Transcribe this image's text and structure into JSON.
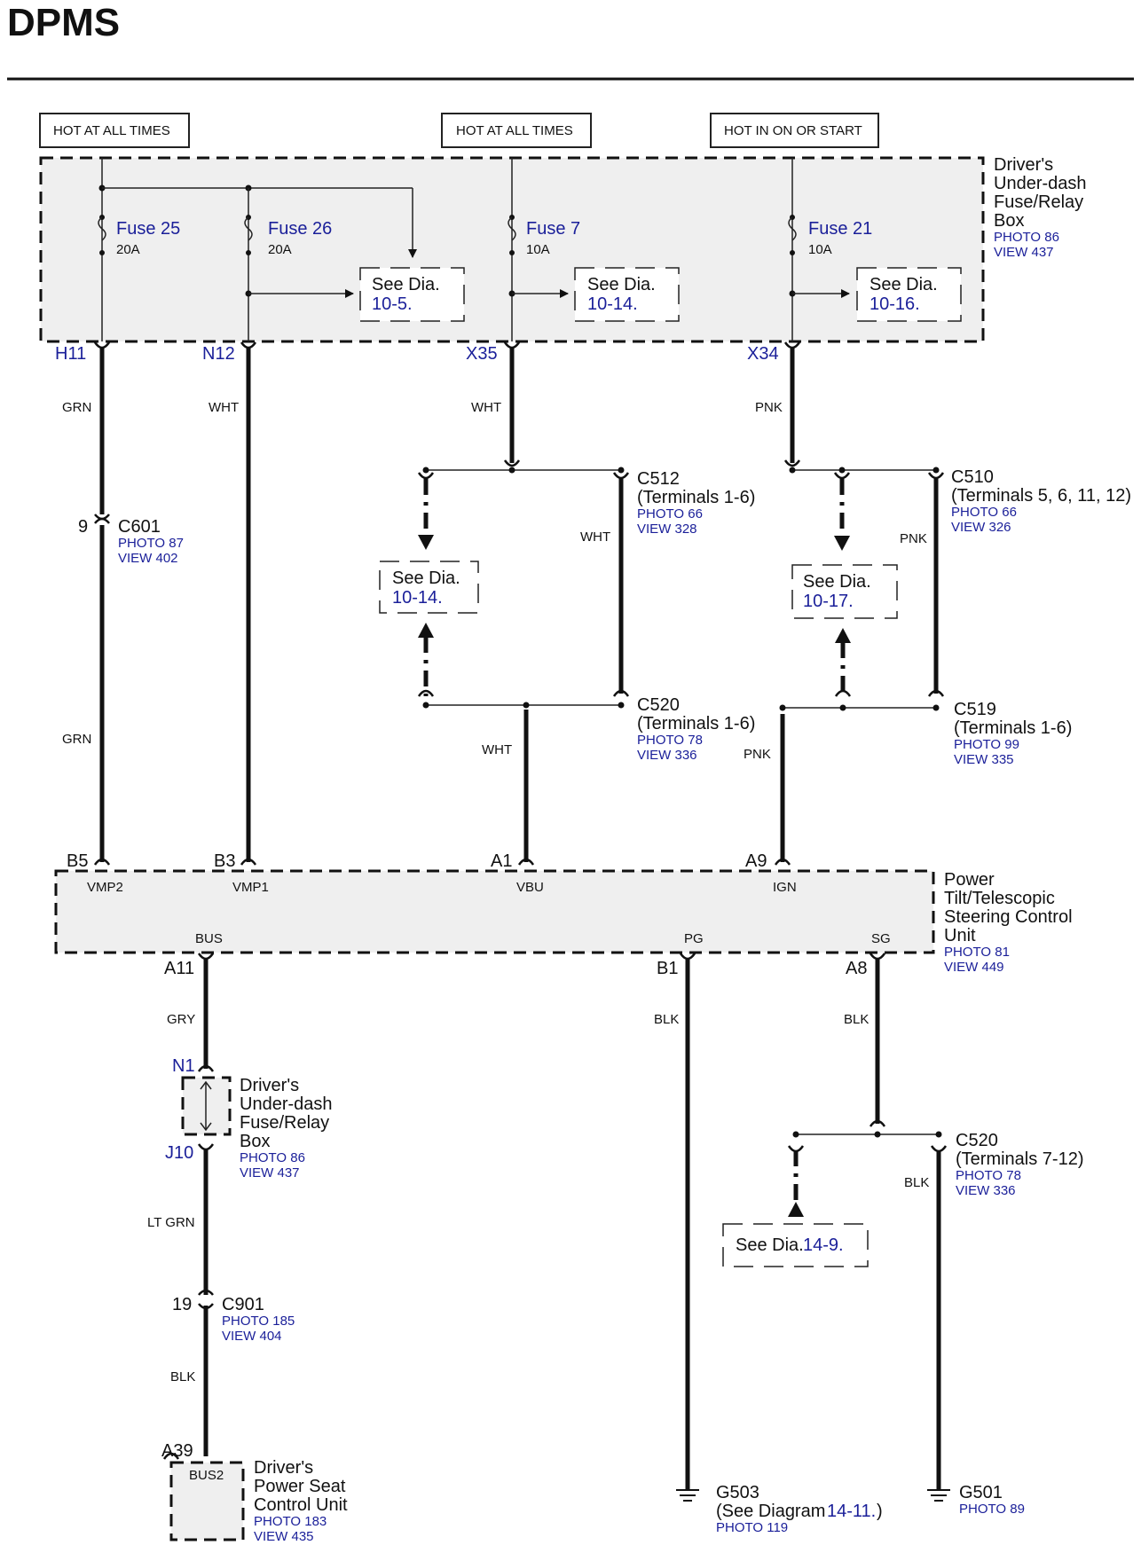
{
  "title": "DPMS",
  "hot_labels": {
    "h1": "HOT AT ALL TIMES",
    "h2": "HOT AT ALL TIMES",
    "h3": "HOT IN ON OR START"
  },
  "fuse_box": {
    "name_lines": [
      "Driver's",
      "Under-dash",
      "Fuse/Relay",
      "Box"
    ],
    "photo": "PHOTO 86",
    "view": "VIEW 437",
    "fuses": [
      {
        "name": "Fuse 25",
        "rating": "20A"
      },
      {
        "name": "Fuse 26",
        "rating": "20A"
      },
      {
        "name": "Fuse 7",
        "rating": "10A"
      },
      {
        "name": "Fuse 21",
        "rating": "10A"
      }
    ],
    "see_dia": [
      {
        "prefix": "See Dia.",
        "ref": "10-5."
      },
      {
        "prefix": "See Dia.",
        "ref": "10-14."
      },
      {
        "prefix": "See Dia.",
        "ref": "10-16."
      }
    ],
    "pins": {
      "h11": "H11",
      "n12": "N12",
      "x35": "X35",
      "x34": "X34"
    }
  },
  "wires": {
    "grn_top": "GRN",
    "wht_n12": "WHT",
    "wht_x35": "WHT",
    "pnk_x34": "PNK",
    "wht_c512": "WHT",
    "pnk_c510": "PNK",
    "grn_mid": "GRN",
    "wht_a1": "WHT",
    "pnk_a9": "PNK",
    "gry": "GRY",
    "blk_b1": "BLK",
    "blk_a8": "BLK",
    "blk_c520": "BLK",
    "lt_grn": "LT GRN",
    "blk_c901": "BLK"
  },
  "c601": {
    "pin": "9",
    "name": "C601",
    "photo": "PHOTO 87",
    "view": "VIEW 402"
  },
  "c512": {
    "name": "C512",
    "terms": "(Terminals 1-6)",
    "photo": "PHOTO 66",
    "view": "VIEW 328"
  },
  "c510": {
    "name": "C510",
    "terms": "(Terminals 5, 6, 11, 12)",
    "photo": "PHOTO 66",
    "view": "VIEW 326"
  },
  "c520a": {
    "name": "C520",
    "terms": "(Terminals 1-6)",
    "photo": "PHOTO 78",
    "view": "VIEW 336"
  },
  "c519": {
    "name": "C519",
    "terms": "(Terminals 1-6)",
    "photo": "PHOTO 99",
    "view": "VIEW 335"
  },
  "c520b": {
    "name": "C520",
    "terms": "(Terminals 7-12)",
    "photo": "PHOTO 78",
    "view": "VIEW 336"
  },
  "see_mid": [
    {
      "prefix": "See Dia.",
      "ref": "10-14."
    },
    {
      "prefix": "See Dia.",
      "ref": "10-17."
    }
  ],
  "see_low": {
    "prefix": "See Dia.",
    "ref": "14-9."
  },
  "control_unit": {
    "name_lines": [
      "Power",
      "Tilt/Telescopic",
      "Steering Control",
      "Unit"
    ],
    "photo": "PHOTO 81",
    "view": "VIEW 449",
    "pins": {
      "b5": "B5",
      "b3": "B3",
      "a1": "A1",
      "a9": "A9",
      "a11": "A11",
      "b1": "B1",
      "a8": "A8"
    },
    "terms": {
      "vmp2": "VMP2",
      "vmp1": "VMP1",
      "vbu": "VBU",
      "ign": "IGN",
      "bus": "BUS",
      "pg": "PG",
      "sg": "SG"
    }
  },
  "small_box": {
    "pin_top": "N1",
    "pin_bot": "J10",
    "name_lines": [
      "Driver's",
      "Under-dash",
      "Fuse/Relay",
      "Box"
    ],
    "photo": "PHOTO 86",
    "view": "VIEW 437"
  },
  "c901": {
    "pin": "19",
    "name": "C901",
    "photo": "PHOTO 185",
    "view": "VIEW 404"
  },
  "seat_unit": {
    "pin": "A39",
    "term": "BUS2",
    "name_lines": [
      "Driver's",
      "Power Seat",
      "Control Unit"
    ],
    "photo": "PHOTO 183",
    "view": "VIEW 435"
  },
  "g503": {
    "name": "G503",
    "note_prefix": "(See Diagram",
    "note_ref": "14-11.",
    "note_suffix": ")",
    "photo": "PHOTO 119"
  },
  "g501": {
    "name": "G501",
    "photo": "PHOTO 89"
  }
}
